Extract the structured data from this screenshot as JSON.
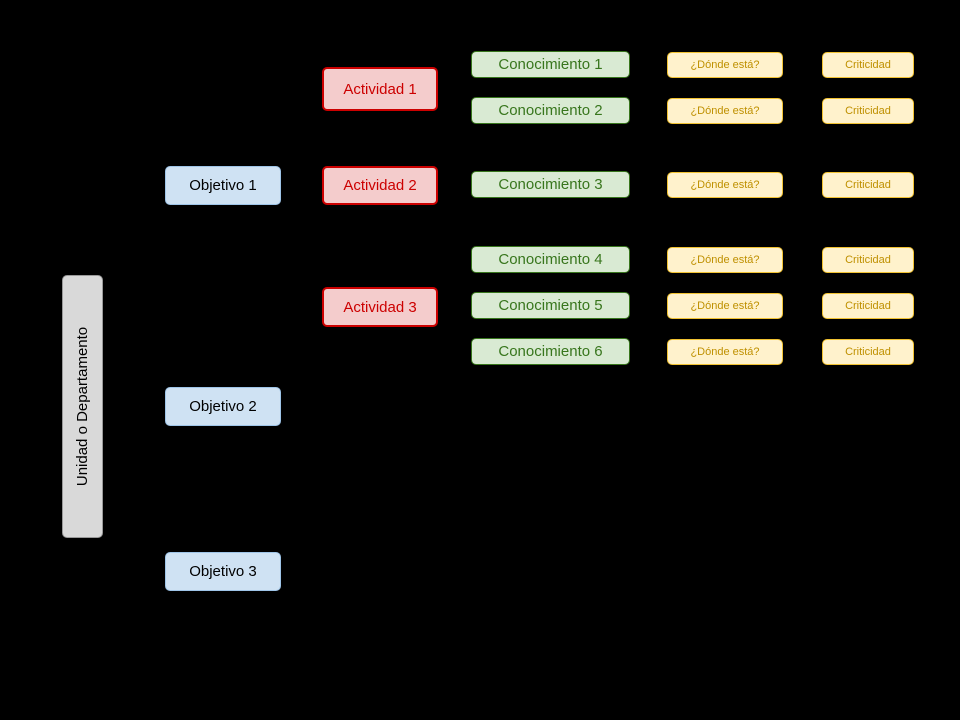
{
  "diagram": {
    "root": {
      "label": "Unidad o Departamento"
    },
    "objetivos": [
      {
        "label": "Objetivo 1"
      },
      {
        "label": "Objetivo 2"
      },
      {
        "label": "Objetivo 3"
      }
    ],
    "actividades": [
      {
        "label": "Actividad 1"
      },
      {
        "label": "Actividad 2"
      },
      {
        "label": "Actividad 3"
      }
    ],
    "conocimientos": [
      {
        "label": "Conocimiento 1"
      },
      {
        "label": "Conocimiento 2"
      },
      {
        "label": "Conocimiento 3"
      },
      {
        "label": "Conocimiento 4"
      },
      {
        "label": "Conocimiento 5"
      },
      {
        "label": "Conocimiento 6"
      }
    ],
    "donde_esta": [
      {
        "label": "¿Dónde está?"
      },
      {
        "label": "¿Dónde está?"
      },
      {
        "label": "¿Dónde está?"
      },
      {
        "label": "¿Dónde está?"
      },
      {
        "label": "¿Dónde está?"
      },
      {
        "label": "¿Dónde está?"
      }
    ],
    "criticidad": [
      {
        "label": "Criticidad"
      },
      {
        "label": "Criticidad"
      },
      {
        "label": "Criticidad"
      },
      {
        "label": "Criticidad"
      },
      {
        "label": "Criticidad"
      },
      {
        "label": "Criticidad"
      }
    ],
    "colors": {
      "background": "#000000",
      "root_fill": "#d9d9d9",
      "objetivo_fill": "#cfe2f3",
      "actividad_fill": "#f4cccc",
      "actividad_accent": "#cc0000",
      "conocimiento_fill": "#d9ead3",
      "conocimiento_accent": "#38761d",
      "question_fill": "#fff2cc",
      "question_border": "#f1c232",
      "question_accent": "#bf9000"
    }
  }
}
